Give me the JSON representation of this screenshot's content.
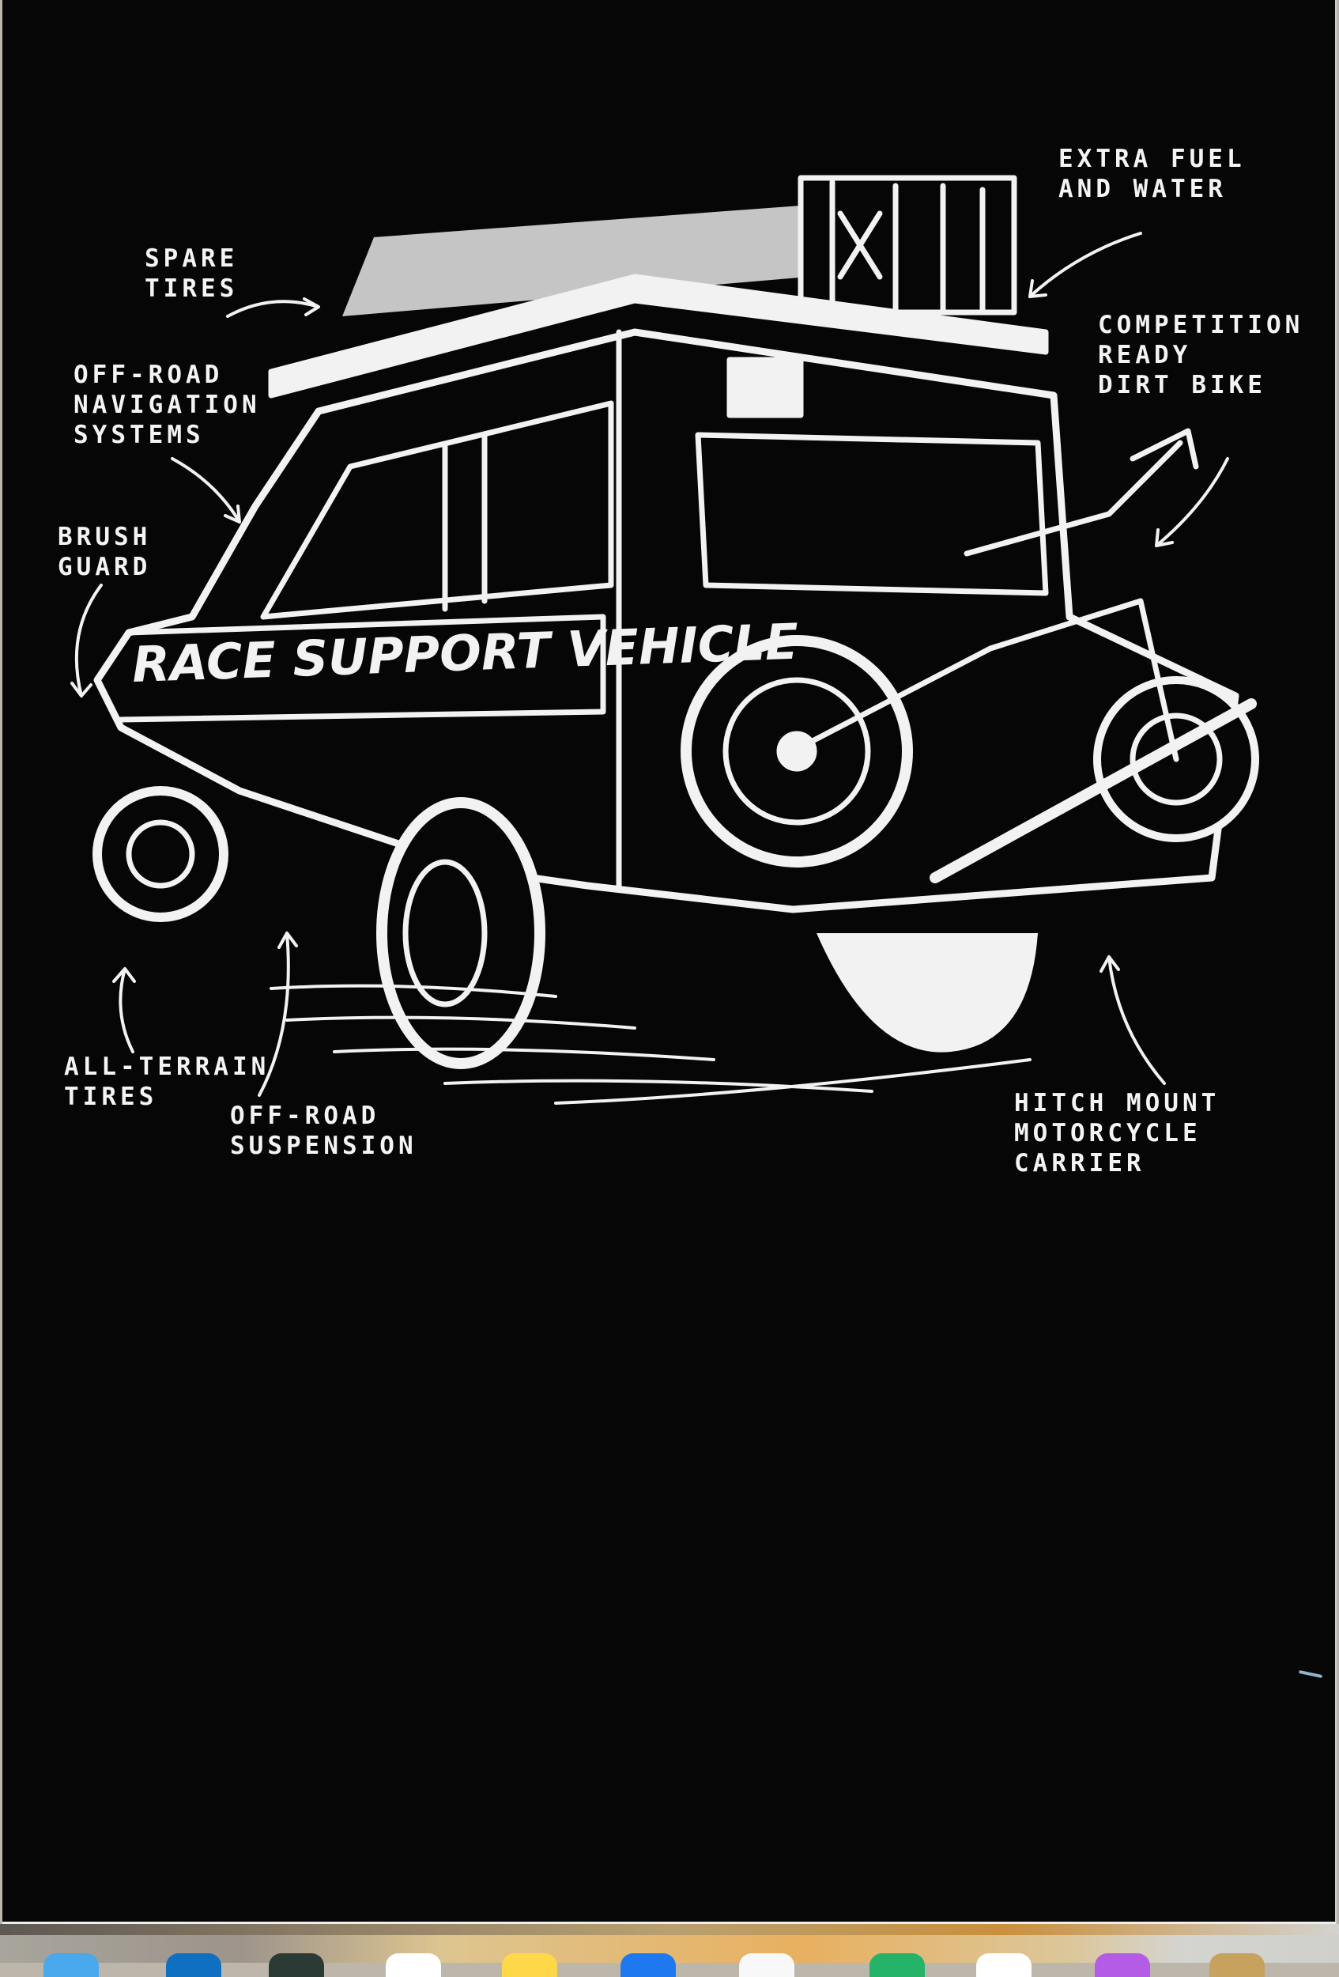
{
  "artwork": {
    "vehicle_text": "RACE SUPPORT VEHICLE",
    "callouts": {
      "extra_fuel": "EXTRA FUEL\nAND WATER",
      "spare_tires": "SPARE\nTIRES",
      "dirt_bike": "COMPETITION\nREADY\nDIRT BIKE",
      "navigation": "OFF-ROAD\nNAVIGATION\nSYSTEMS",
      "brush_guard": "BRUSH\nGUARD",
      "all_terrain": "ALL-TERRAIN\nTIRES",
      "suspension": "OFF-ROAD\nSUSPENSION",
      "hitch_mount": "HITCH MOUNT\nMOTORCYCLE\nCARRIER"
    }
  },
  "dock": {
    "apps": [
      {
        "icon": "finder-icon",
        "color": "#4aa8ec"
      },
      {
        "icon": "app-store-icon",
        "color": "#0f6fc0"
      },
      {
        "icon": "terminal-icon",
        "color": "#2b3a35"
      },
      {
        "icon": "calendar-icon",
        "color": "#ffffff"
      },
      {
        "icon": "notes-icon",
        "color": "#ffd84a"
      },
      {
        "icon": "mail-icon",
        "color": "#1e78f0"
      },
      {
        "icon": "photos-icon",
        "color": "#f8f8f8"
      },
      {
        "icon": "numbers-icon",
        "color": "#25b36a"
      },
      {
        "icon": "reminders-icon",
        "color": "#ffffff"
      },
      {
        "icon": "podcasts-icon",
        "color": "#b45ce6"
      },
      {
        "icon": "misc-app-icon",
        "color": "#c7a25e"
      }
    ]
  }
}
